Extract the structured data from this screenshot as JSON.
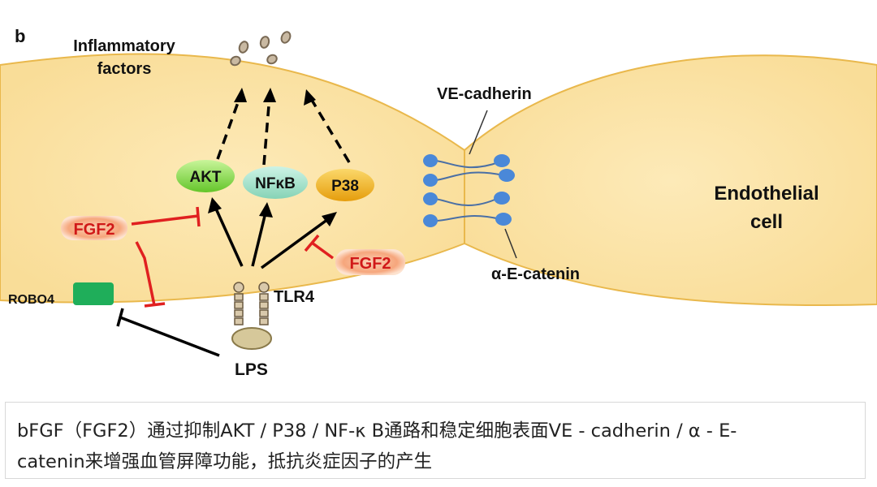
{
  "panel_label": "b",
  "labels": {
    "inflammatory_factors": [
      "Inflammatory",
      "factors"
    ],
    "akt": "AKT",
    "nfkb": "NFκB",
    "p38": "P38",
    "fgf2_left": "FGF2",
    "fgf2_right": "FGF2",
    "robo4": "ROBO4",
    "tlr4": "TLR4",
    "lps": "LPS",
    "ve_cadherin": "VE-cadherin",
    "alpha_e_catenin": "α-E-catenin",
    "endothelial_cell": [
      "Endothelial",
      "cell"
    ]
  },
  "caption": {
    "line1": "bFGF（FGF2）通过抑制AKT / P38 / NF-κ B通路和稳定细胞表面VE - cadherin / α - E-",
    "line2": "catenin来增强血管屏障功能，抵抗炎症因子的产生"
  },
  "colors": {
    "cell_fill": "#fbe3a6",
    "cell_stroke": "#e9b84c",
    "akt": "#86e04a",
    "nfkb": "#9fe0c8",
    "p38": "#f2b81d",
    "fgf2": "#f6a67c",
    "inhibit": "#e02020",
    "robo4": "#1fae5a",
    "junction": "#4a88d8"
  }
}
